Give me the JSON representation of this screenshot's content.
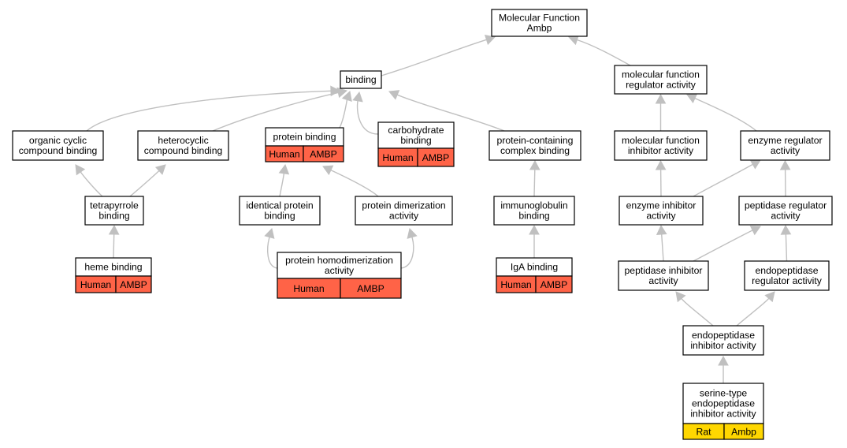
{
  "colors": {
    "human": "#ff6347",
    "rat": "#ffd700",
    "edge": "#c0c0c0"
  },
  "nodes": {
    "mf": {
      "lines": [
        "Molecular Function",
        "Ambp"
      ]
    },
    "bind": {
      "lines": [
        "binding"
      ]
    },
    "mfra": {
      "lines": [
        "molecular function",
        "regulator activity"
      ]
    },
    "ocb": {
      "lines": [
        "organic cyclic",
        "compound binding"
      ]
    },
    "hcb": {
      "lines": [
        "heterocyclic",
        "compound binding"
      ]
    },
    "pb": {
      "lines": [
        "protein binding"
      ],
      "annotation": {
        "species": "Human",
        "gene": "AMBP",
        "color": "human"
      }
    },
    "cb": {
      "lines": [
        "carbohydrate",
        "binding"
      ],
      "annotation": {
        "species": "Human",
        "gene": "AMBP",
        "color": "human"
      }
    },
    "pccb": {
      "lines": [
        "protein-containing",
        "complex binding"
      ]
    },
    "mfia": {
      "lines": [
        "molecular function",
        "inhibitor activity"
      ]
    },
    "era": {
      "lines": [
        "enzyme regulator",
        "activity"
      ]
    },
    "tb": {
      "lines": [
        "tetrapyrrole",
        "binding"
      ]
    },
    "ipb": {
      "lines": [
        "identical protein",
        "binding"
      ]
    },
    "pda": {
      "lines": [
        "protein dimerization",
        "activity"
      ]
    },
    "igb": {
      "lines": [
        "immunoglobulin",
        "binding"
      ]
    },
    "eia": {
      "lines": [
        "enzyme inhibitor",
        "activity"
      ]
    },
    "pra": {
      "lines": [
        "peptidase regulator",
        "activity"
      ]
    },
    "hb": {
      "lines": [
        "heme binding"
      ],
      "annotation": {
        "species": "Human",
        "gene": "AMBP",
        "color": "human"
      }
    },
    "phda": {
      "lines": [
        "protein homodimerization",
        "activity"
      ],
      "annotation": {
        "species": "Human",
        "gene": "AMBP",
        "color": "human"
      }
    },
    "igab": {
      "lines": [
        "IgA binding"
      ],
      "annotation": {
        "species": "Human",
        "gene": "AMBP",
        "color": "human"
      }
    },
    "pia": {
      "lines": [
        "peptidase inhibitor",
        "activity"
      ]
    },
    "epra": {
      "lines": [
        "endopeptidase",
        "regulator activity"
      ]
    },
    "epia": {
      "lines": [
        "endopeptidase",
        "inhibitor activity"
      ]
    },
    "step": {
      "lines": [
        "serine-type",
        "endopeptidase",
        "inhibitor activity"
      ],
      "annotation": {
        "species": "Rat",
        "gene": "Ambp",
        "color": "rat"
      }
    }
  },
  "edges": [
    [
      "bind",
      "mf"
    ],
    [
      "mfra",
      "mf"
    ],
    [
      "ocb",
      "bind"
    ],
    [
      "hcb",
      "bind"
    ],
    [
      "pb",
      "bind"
    ],
    [
      "cb",
      "bind"
    ],
    [
      "pccb",
      "bind"
    ],
    [
      "mfia",
      "mfra"
    ],
    [
      "era",
      "mfra"
    ],
    [
      "tb",
      "ocb"
    ],
    [
      "tb",
      "hcb"
    ],
    [
      "ipb",
      "pb"
    ],
    [
      "pda",
      "pb"
    ],
    [
      "igb",
      "pccb"
    ],
    [
      "eia",
      "mfia"
    ],
    [
      "eia",
      "era"
    ],
    [
      "pra",
      "era"
    ],
    [
      "hb",
      "tb"
    ],
    [
      "phda",
      "ipb"
    ],
    [
      "phda",
      "pda"
    ],
    [
      "igab",
      "igb"
    ],
    [
      "pia",
      "eia"
    ],
    [
      "pia",
      "pra"
    ],
    [
      "epra",
      "pra"
    ],
    [
      "epia",
      "pia"
    ],
    [
      "epia",
      "epra"
    ],
    [
      "step",
      "epia"
    ]
  ]
}
